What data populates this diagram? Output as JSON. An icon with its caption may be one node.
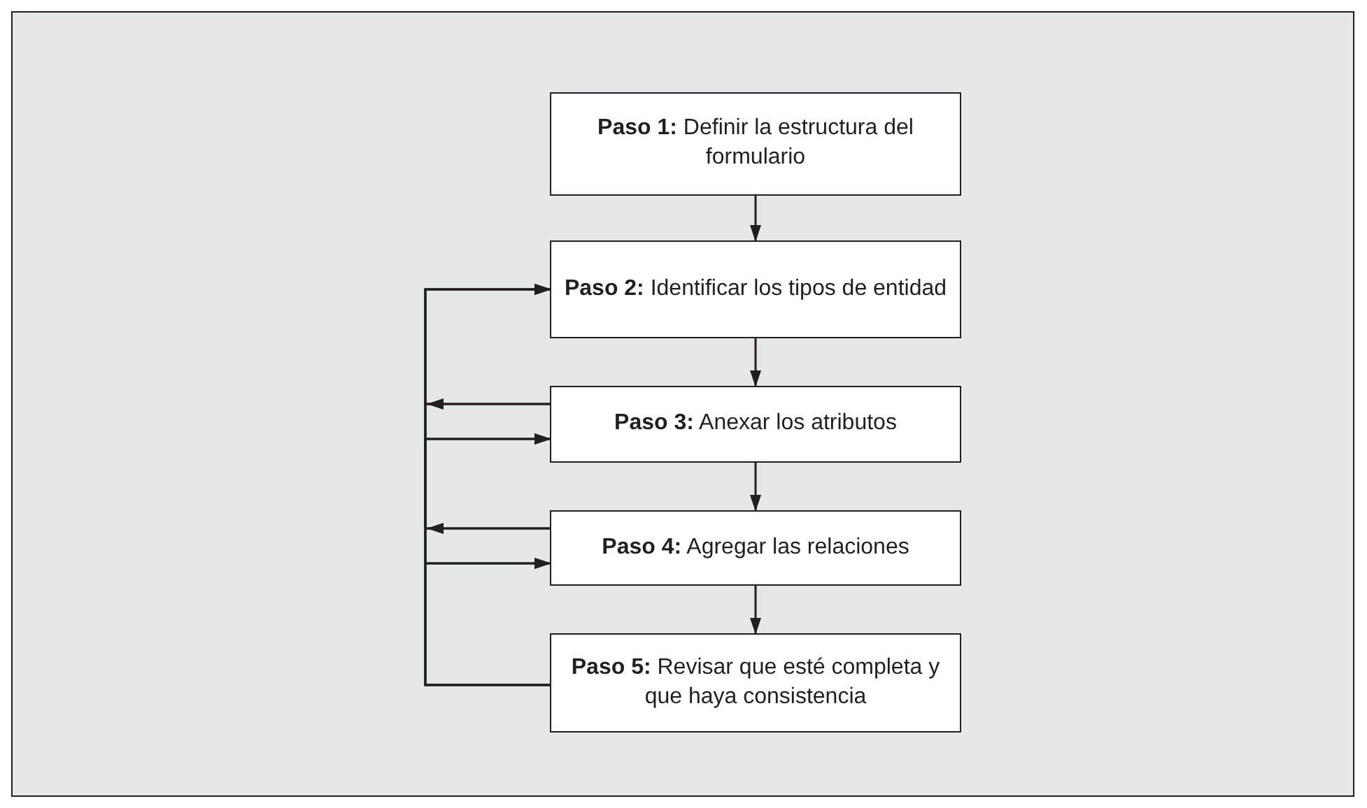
{
  "diagram": {
    "nodes": [
      {
        "text": [
          "**Paso 1:** Definir la estructura del formulario"
        ]
      },
      {
        "text": [
          "**Paso 2:** Identificar los tipos de entidad"
        ]
      },
      {
        "text": [
          "**Paso 3:** Anexar los atributos"
        ]
      },
      {
        "text": [
          "**Paso 4:** Agregar las relaciones"
        ]
      },
      {
        "text": [
          "**Paso 5:** Revisar que esté completa y que haya consistencia"
        ]
      }
    ],
    "edges": [
      {
        "from": 0,
        "to": 1,
        "arrow": "to"
      },
      {
        "from": 1,
        "to": 2,
        "arrow": "to"
      },
      {
        "from": 2,
        "to": 3,
        "arrow": "to"
      },
      {
        "from": 3,
        "to": 4,
        "arrow": "to"
      },
      {
        "from": 4,
        "to": 1,
        "arrow": "to"
      },
      {
        "from": 4,
        "to": 2,
        "arrow": "to"
      },
      {
        "from": 4,
        "to": 3,
        "arrow": "to"
      },
      {
        "from": 2,
        "to": 1,
        "arrow": "to"
      },
      {
        "from": 2,
        "to": 3,
        "arrow": "to"
      },
      {
        "from": 3,
        "to": 1,
        "arrow": "to"
      },
      {
        "from": 3,
        "to": 2,
        "arrow": "to"
      }
    ]
  }
}
